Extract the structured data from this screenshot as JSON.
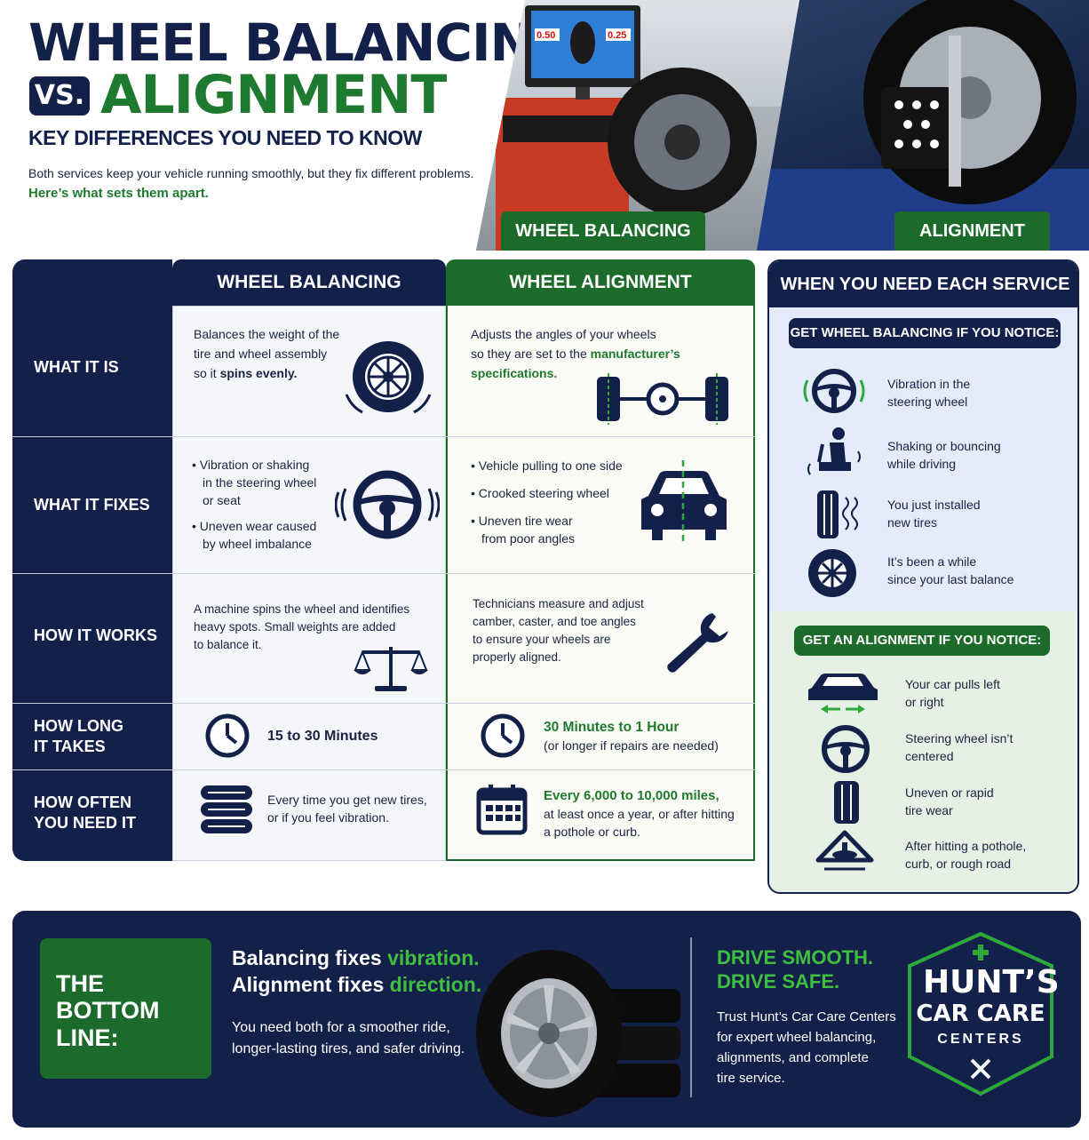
{
  "header": {
    "title_line1": "WHEEL BALANCING",
    "vs": "VS.",
    "title_line2": "ALIGNMENT",
    "subtitle": "KEY DIFFERENCES YOU NEED TO KNOW",
    "intro1": "Both services keep your vehicle running smoothly, but they fix different problems.",
    "intro2": "Here’s what sets them apart.",
    "photo_label_balancing": "WHEEL BALANCING",
    "photo_label_alignment": "ALIGNMENT",
    "screen_left": "0.50",
    "screen_right": "0.25"
  },
  "table": {
    "col_balancing": "WHEEL BALANCING",
    "col_alignment": "WHEEL ALIGNMENT",
    "rows": {
      "what_it_is": {
        "label": "WHAT IT IS",
        "bal_l1": "Balances the weight of the",
        "bal_l2": "tire and wheel assembly",
        "bal_l3a": "so it ",
        "bal_l3b": "spins evenly.",
        "ali_l1": "Adjusts the angles of your wheels",
        "ali_l2a": "so they are set to the ",
        "ali_l2b": "manufacturer’s",
        "ali_l3": "specifications."
      },
      "what_it_fixes": {
        "label": "WHAT IT FIXES",
        "bal_b1_l1": "• Vibration or shaking",
        "bal_b1_l2": "in the steering wheel",
        "bal_b1_l3": "or seat",
        "bal_b2_l1": "• Uneven wear caused",
        "bal_b2_l2": "by wheel imbalance",
        "ali_b1": "• Vehicle pulling to one side",
        "ali_b2": "• Crooked steering wheel",
        "ali_b3_l1": "• Uneven tire wear",
        "ali_b3_l2": "from poor angles"
      },
      "how_it_works": {
        "label": "HOW IT WORKS",
        "bal_l1": "A machine spins the wheel and identifies",
        "bal_l2": "heavy spots. Small weights are added",
        "bal_l3": "to balance it.",
        "ali_l1": "Technicians measure and adjust",
        "ali_l2": "camber, caster, and toe angles",
        "ali_l3": "to ensure your wheels are",
        "ali_l4": "properly aligned."
      },
      "how_long": {
        "label_l1": "HOW LONG",
        "label_l2": "IT TAKES",
        "bal": "15 to 30 Minutes",
        "ali_l1": "30 Minutes to 1 Hour",
        "ali_l2": "(or longer if repairs are needed)"
      },
      "how_often": {
        "label_l1": "HOW OFTEN",
        "label_l2": "YOU NEED IT",
        "bal_l1": "Every time you get new tires,",
        "bal_l2": "or if you feel vibration.",
        "ali_l1": "Every 6,000 to 10,000 miles,",
        "ali_l2": "at least once a year, or after hitting",
        "ali_l3": "a pothole or curb."
      }
    }
  },
  "side": {
    "title": "WHEN YOU NEED EACH SERVICE",
    "balancing_pill": "GET WHEEL BALANCING IF YOU NOTICE:",
    "balancing_items": [
      {
        "l1": "Vibration in the",
        "l2": "steering wheel",
        "icon": "steering-vibration-icon"
      },
      {
        "l1": "Shaking or bouncing",
        "l2": "while driving",
        "icon": "seat-shaking-icon"
      },
      {
        "l1": "You just installed",
        "l2": "new tires",
        "icon": "new-tire-icon"
      },
      {
        "l1": "It’s been a while",
        "l2": "since your last balance",
        "icon": "wheel-icon"
      }
    ],
    "alignment_pill": "GET AN ALIGNMENT IF YOU NOTICE:",
    "alignment_items": [
      {
        "l1": "Your car pulls left",
        "l2": "or right",
        "icon": "car-pull-icon"
      },
      {
        "l1": "Steering wheel isn’t",
        "l2": "centered",
        "icon": "steering-wheel-icon"
      },
      {
        "l1": "Uneven or rapid",
        "l2": "tire wear",
        "icon": "tire-tread-icon"
      },
      {
        "l1": "After hitting a pothole,",
        "l2": "curb, or rough road",
        "icon": "pothole-warning-icon"
      }
    ]
  },
  "banner": {
    "bottom_l1": "THE",
    "bottom_l2": "BOTTOM LINE:",
    "head1a": "Balancing fixes ",
    "head1b": "vibration.",
    "head2a": "Alignment fixes ",
    "head2b": "direction.",
    "sub1": "You need both for a smoother ride,",
    "sub2": "longer-lasting tires, and safer driving.",
    "drive1": "DRIVE SMOOTH.",
    "drive2": "DRIVE SAFE.",
    "trust1": "Trust Hunt’s Car Care Centers",
    "trust2": "for expert wheel balancing,",
    "trust3": "alignments, and complete",
    "trust4": "tire service.",
    "logo1": "HUNT’S",
    "logo2": "CAR CARE",
    "logo3": "CENTERS"
  },
  "colors": {
    "navy": "#13204a",
    "green": "#1d6b2b",
    "bright_green": "#3fbf3f"
  }
}
